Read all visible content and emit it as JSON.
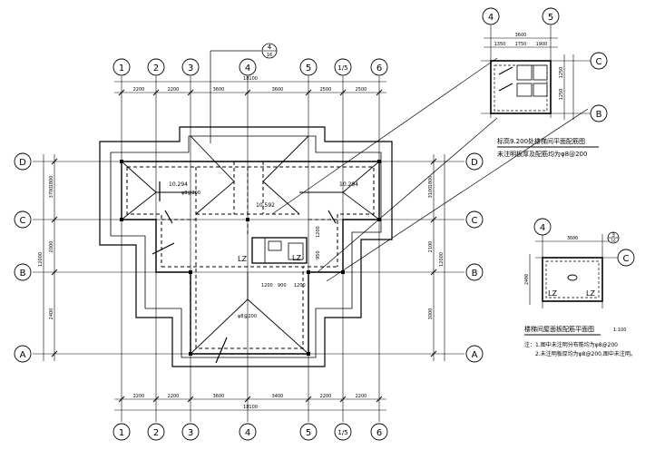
{
  "grid": {
    "top_bubbles": [
      "1",
      "2",
      "3",
      "4",
      "5",
      "1/5",
      "6"
    ],
    "bottom_bubbles": [
      "1",
      "2",
      "3",
      "4",
      "5",
      "1/5",
      "6"
    ],
    "left_bubbles": [
      "D",
      "C",
      "B",
      "A"
    ],
    "right_bubbles": [
      "D",
      "C",
      "B",
      "A"
    ]
  },
  "dims": {
    "top_segments": [
      "2200",
      "2200",
      "3600",
      "3600",
      "2500",
      "2500"
    ],
    "top_total": "18100",
    "bottom_segments": [
      "2200",
      "2200",
      "3600",
      "3400",
      "2200",
      "2200"
    ],
    "bottom_total": "18100",
    "left_segments": [
      "1800",
      "3700",
      "2000",
      "2400"
    ],
    "left_total": "12000",
    "right_segments": [
      "1800",
      "3100",
      "2100",
      "3000"
    ],
    "right_total": "12000"
  },
  "plan_labels": {
    "lz": [
      "LZ",
      "LZ"
    ],
    "elevations": [
      "10.294",
      "10.294",
      "10.592"
    ],
    "hole_top": "φ8@200",
    "hole_mid": "φ8@200",
    "small_dims": [
      "1200",
      "900",
      "1200",
      "1200",
      "950"
    ],
    "section_ref_num": "4",
    "section_ref_den": "16"
  },
  "detail1": {
    "bubbles_top": [
      "4",
      "5"
    ],
    "bubbles_right": [
      "C",
      "B"
    ],
    "dim_total": "3600",
    "dim_segments": [
      "1350",
      "1750",
      "1900"
    ],
    "dim_side": [
      "1250",
      "1250"
    ],
    "caption": "标高9.200处楼梯间平面配筋图",
    "caption2": "未注明板厚及配筋均为φ8@200"
  },
  "detail2": {
    "bubble_top": "4",
    "bubble_right": "C",
    "dim": "3600",
    "dim_side": "2400",
    "ref_num": "3",
    "ref_den": "16",
    "lz": [
      "LZ",
      "LZ"
    ],
    "caption": "楼梯间屋面板配筋平面图",
    "scale": "1:100",
    "note1": "注：1.图中未注明分布筋均为φ8@200",
    "note2": "2.未注明板厚均为φ8@200,图中未注明。"
  }
}
